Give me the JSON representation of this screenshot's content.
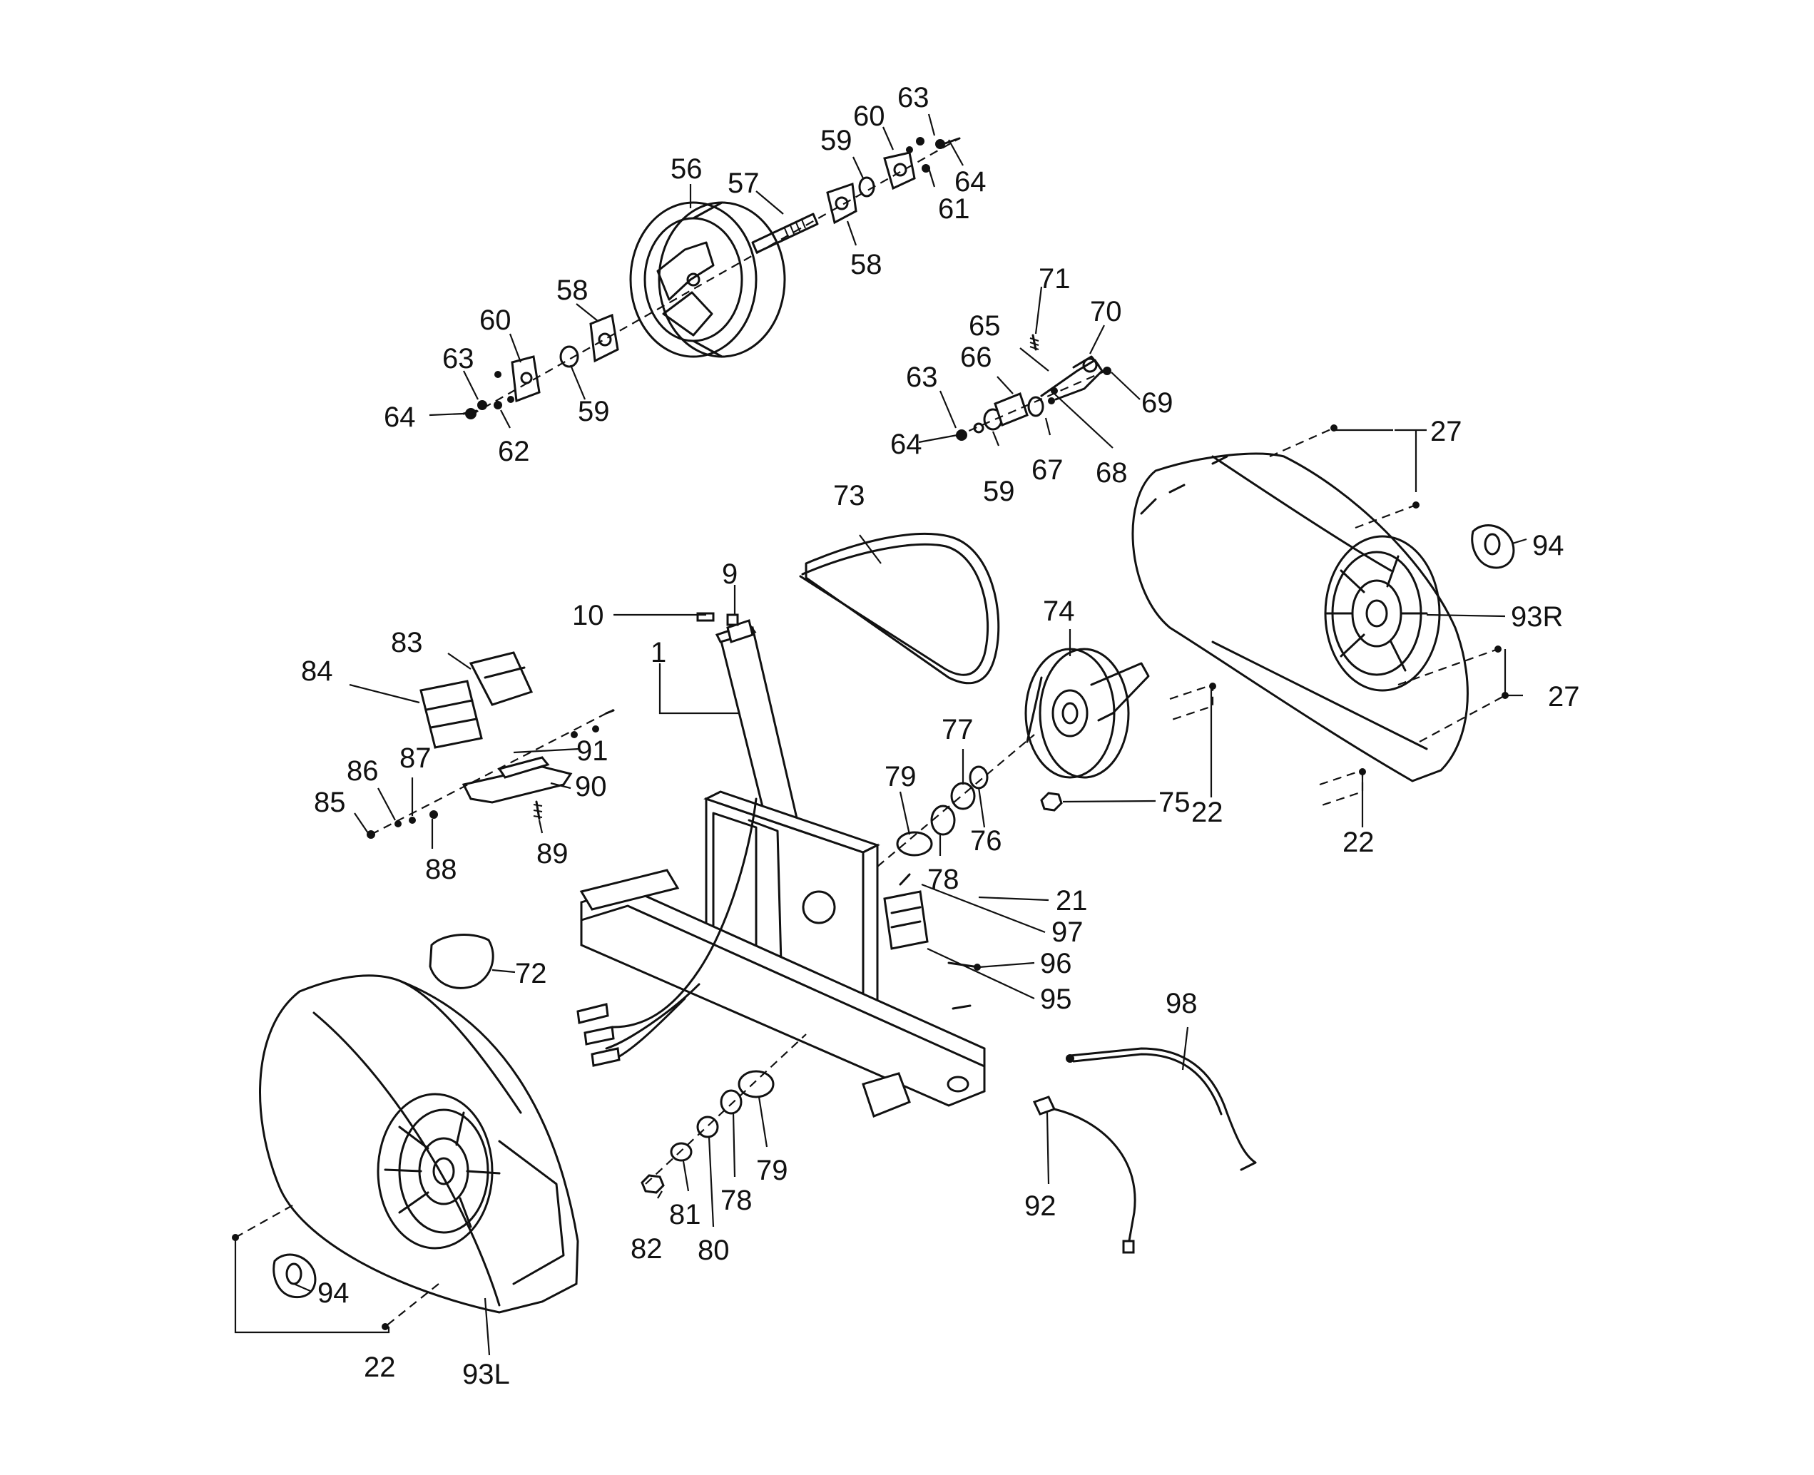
{
  "callouts": [
    {
      "id": "1",
      "label": "1"
    },
    {
      "id": "9",
      "label": "9"
    },
    {
      "id": "10",
      "label": "10"
    },
    {
      "id": "21",
      "label": "21"
    },
    {
      "id": "22a",
      "label": "22"
    },
    {
      "id": "22b",
      "label": "22"
    },
    {
      "id": "22c",
      "label": "22"
    },
    {
      "id": "27a",
      "label": "27"
    },
    {
      "id": "27b",
      "label": "27"
    },
    {
      "id": "56",
      "label": "56"
    },
    {
      "id": "57",
      "label": "57"
    },
    {
      "id": "58a",
      "label": "58"
    },
    {
      "id": "58b",
      "label": "58"
    },
    {
      "id": "59a",
      "label": "59"
    },
    {
      "id": "59b",
      "label": "59"
    },
    {
      "id": "59c",
      "label": "59"
    },
    {
      "id": "60a",
      "label": "60"
    },
    {
      "id": "60b",
      "label": "60"
    },
    {
      "id": "61",
      "label": "61"
    },
    {
      "id": "62",
      "label": "62"
    },
    {
      "id": "63a",
      "label": "63"
    },
    {
      "id": "63b",
      "label": "63"
    },
    {
      "id": "63c",
      "label": "63"
    },
    {
      "id": "64a",
      "label": "64"
    },
    {
      "id": "64b",
      "label": "64"
    },
    {
      "id": "64c",
      "label": "64"
    },
    {
      "id": "65",
      "label": "65"
    },
    {
      "id": "66",
      "label": "66"
    },
    {
      "id": "67",
      "label": "67"
    },
    {
      "id": "68",
      "label": "68"
    },
    {
      "id": "69",
      "label": "69"
    },
    {
      "id": "70",
      "label": "70"
    },
    {
      "id": "71",
      "label": "71"
    },
    {
      "id": "72",
      "label": "72"
    },
    {
      "id": "73",
      "label": "73"
    },
    {
      "id": "74",
      "label": "74"
    },
    {
      "id": "75",
      "label": "75"
    },
    {
      "id": "76",
      "label": "76"
    },
    {
      "id": "77",
      "label": "77"
    },
    {
      "id": "78a",
      "label": "78"
    },
    {
      "id": "78b",
      "label": "78"
    },
    {
      "id": "79a",
      "label": "79"
    },
    {
      "id": "79b",
      "label": "79"
    },
    {
      "id": "80",
      "label": "80"
    },
    {
      "id": "81",
      "label": "81"
    },
    {
      "id": "82",
      "label": "82"
    },
    {
      "id": "83",
      "label": "83"
    },
    {
      "id": "84",
      "label": "84"
    },
    {
      "id": "85",
      "label": "85"
    },
    {
      "id": "86",
      "label": "86"
    },
    {
      "id": "87",
      "label": "87"
    },
    {
      "id": "88",
      "label": "88"
    },
    {
      "id": "89",
      "label": "89"
    },
    {
      "id": "90",
      "label": "90"
    },
    {
      "id": "91",
      "label": "91"
    },
    {
      "id": "92",
      "label": "92"
    },
    {
      "id": "93L",
      "label": "93L"
    },
    {
      "id": "93R",
      "label": "93R"
    },
    {
      "id": "94a",
      "label": "94"
    },
    {
      "id": "94b",
      "label": "94"
    },
    {
      "id": "95",
      "label": "95"
    },
    {
      "id": "96",
      "label": "96"
    },
    {
      "id": "97",
      "label": "97"
    },
    {
      "id": "98",
      "label": "98"
    }
  ]
}
